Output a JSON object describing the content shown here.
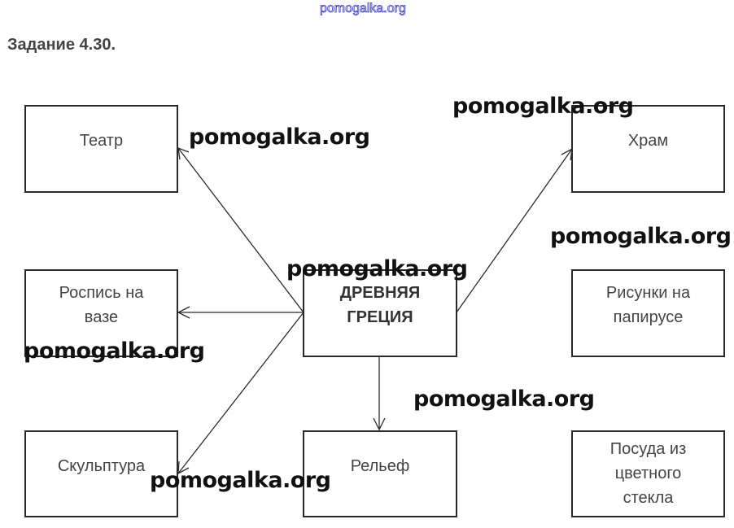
{
  "watermark_top": "pomogalka.org",
  "task_title": "Задание 4.30.",
  "center": {
    "line1": "ДРЕВНЯЯ",
    "line2": "ГРЕЦИЯ"
  },
  "boxes": {
    "theater": "Театр",
    "temple": "Храм",
    "vase_painting_line1": "Роспись на",
    "vase_painting_line2": "вазе",
    "papyrus_line1": "Рисунки на",
    "papyrus_line2": "папирусе",
    "sculpture": "Скульптура",
    "relief": "Рельеф",
    "glassware_line1": "Посуда из",
    "glassware_line2": "цветного",
    "glassware_line3": "стекла"
  },
  "watermarks": [
    "pomogalka.org",
    "pomogalka.org",
    "pomogalka.org",
    "pomogalka.org",
    "pomogalka.org",
    "pomogalka.org",
    "pomogalka.org"
  ],
  "arrows": [
    {
      "from": "center",
      "to": "theater"
    },
    {
      "from": "center",
      "to": "temple"
    },
    {
      "from": "center",
      "to": "vase_painting"
    },
    {
      "from": "center",
      "to": "sculpture"
    },
    {
      "from": "center",
      "to": "relief"
    }
  ]
}
